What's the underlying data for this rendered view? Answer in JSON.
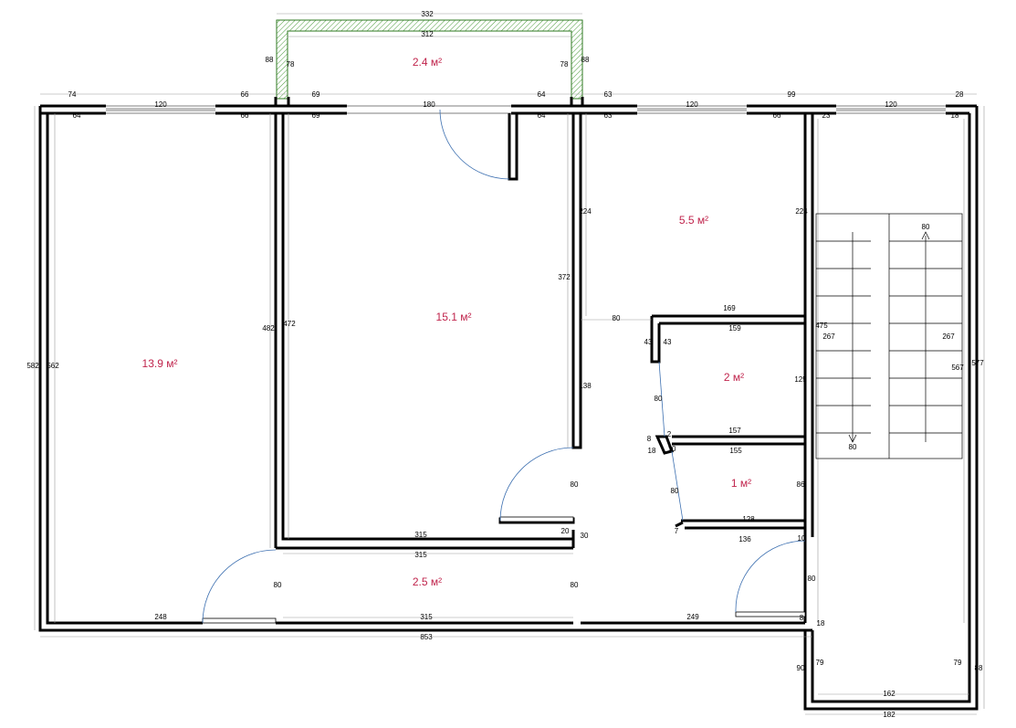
{
  "rooms": [
    {
      "id": "left-room",
      "area": "13.9 м²"
    },
    {
      "id": "center-room",
      "area": "15.1 м²"
    },
    {
      "id": "balcony",
      "area": "2.4 м²"
    },
    {
      "id": "hall",
      "area": "5.5 м²"
    },
    {
      "id": "corridor",
      "area": "2.5 м²"
    },
    {
      "id": "bathroom",
      "area": "2 м²"
    },
    {
      "id": "toilet",
      "area": "1 м²"
    }
  ],
  "dimensions": {
    "balcony_outer": "332",
    "balcony_inner": "312",
    "balcony_l_out": "88",
    "balcony_l_in": "78",
    "balcony_r_in": "78",
    "balcony_r_out": "88",
    "t74": "74",
    "t120a": "120",
    "t66a": "66",
    "t69a": "69",
    "t180": "180",
    "t64a": "64",
    "t63a": "63",
    "t120b": "120",
    "t99": "99",
    "t120c": "120",
    "t28": "28",
    "i64": "64",
    "i66": "66",
    "i69": "69",
    "i64b": "64",
    "i63": "63",
    "i66b": "66",
    "i23": "23",
    "i18": "18",
    "left_582": "582",
    "left_562": "562",
    "w482": "482",
    "w472": "472",
    "w372": "372",
    "w224a": "224",
    "w224b": "224",
    "w138": "138",
    "d80_hall": "80",
    "w169": "169",
    "w159": "159",
    "w43a": "43",
    "w43b": "43",
    "w80_diag": "80",
    "w125": "125",
    "w475": "475",
    "w267a": "267",
    "w267b": "267",
    "w567": "567",
    "w577": "577",
    "w157": "157",
    "w155": "155",
    "w8": "8",
    "w18a": "18",
    "w2": "2",
    "w10a": "10",
    "w80_diag2": "80",
    "w86": "86",
    "w128": "128",
    "w136": "136",
    "w7": "7",
    "w10b": "10",
    "stair_top": "80",
    "stair_bottom": "80",
    "c315a": "315",
    "c315b": "315",
    "c20": "20",
    "c30": "30",
    "c80a": "80",
    "c80b": "80",
    "c80c": "80",
    "c80d": "80",
    "b248": "248",
    "b315": "315",
    "b249": "249",
    "b8": "8",
    "b18": "18",
    "b853": "853",
    "e90": "90",
    "e79a": "79",
    "e79b": "79",
    "e88": "88",
    "e162": "162",
    "e182": "182"
  }
}
